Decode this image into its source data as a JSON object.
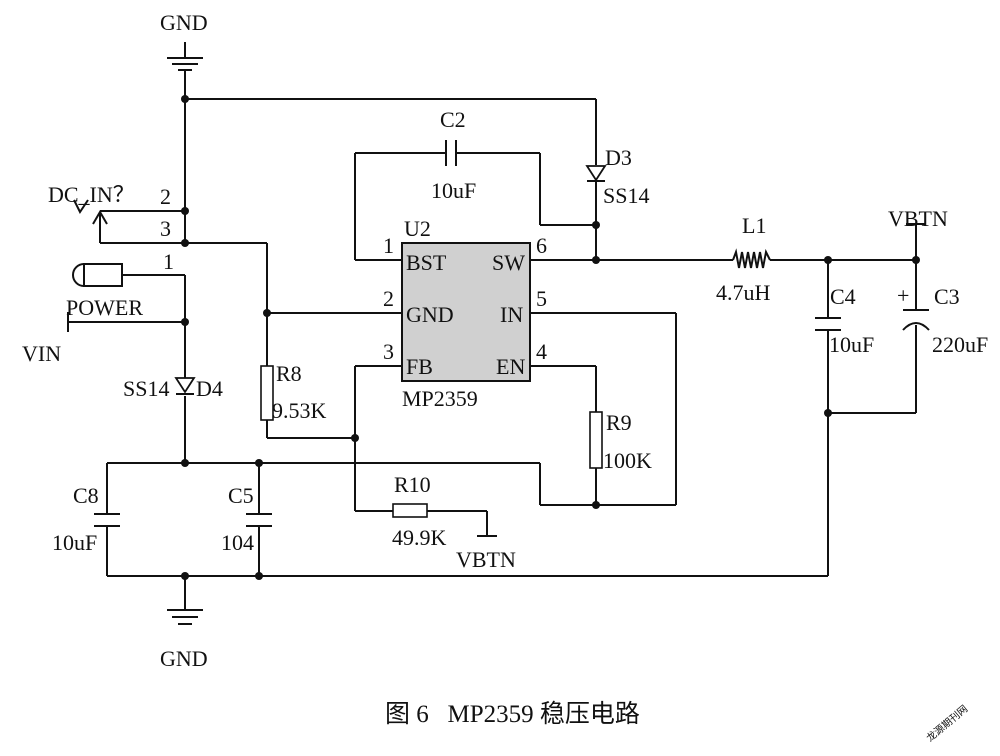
{
  "labels": {
    "gnd_top": "GND",
    "gnd_bottom": "GND",
    "dc_in": "DC_IN？",
    "power": "POWER",
    "vin": "VIN",
    "vbtn_right": "VBTN",
    "vbtn_r10": "VBTN"
  },
  "connector_pins": {
    "p1": "1",
    "p2": "2",
    "p3": "3"
  },
  "ic": {
    "ref": "U2",
    "part": "MP2359",
    "pin_names": {
      "bst": "BST",
      "gnd": "GND",
      "fb": "FB",
      "sw": "SW",
      "in": "IN",
      "en": "EN"
    },
    "pin_numbers": {
      "bst": "1",
      "gnd": "2",
      "fb": "3",
      "sw": "6",
      "in": "5",
      "en": "4"
    }
  },
  "components": {
    "c2": {
      "ref": "C2",
      "value": "10uF"
    },
    "d3": {
      "ref": "D3",
      "value": "SS14"
    },
    "l1": {
      "ref": "L1",
      "value": "4.7uH"
    },
    "c4": {
      "ref": "C4",
      "value": "10uF"
    },
    "c3": {
      "ref": "C3",
      "value": "220uF",
      "polarity": "+"
    },
    "r8": {
      "ref": "R8",
      "value": "9.53K"
    },
    "r9": {
      "ref": "R9",
      "value": "100K"
    },
    "r10": {
      "ref": "R10",
      "value": "49.9K"
    },
    "d4": {
      "ref": "D4",
      "value": "SS14"
    },
    "c8": {
      "ref": "C8",
      "value": "10uF"
    },
    "c5": {
      "ref": "C5",
      "value": "104"
    }
  },
  "caption": "图 6   MP2359 稳压电路",
  "watermark": "龙源期刊网"
}
